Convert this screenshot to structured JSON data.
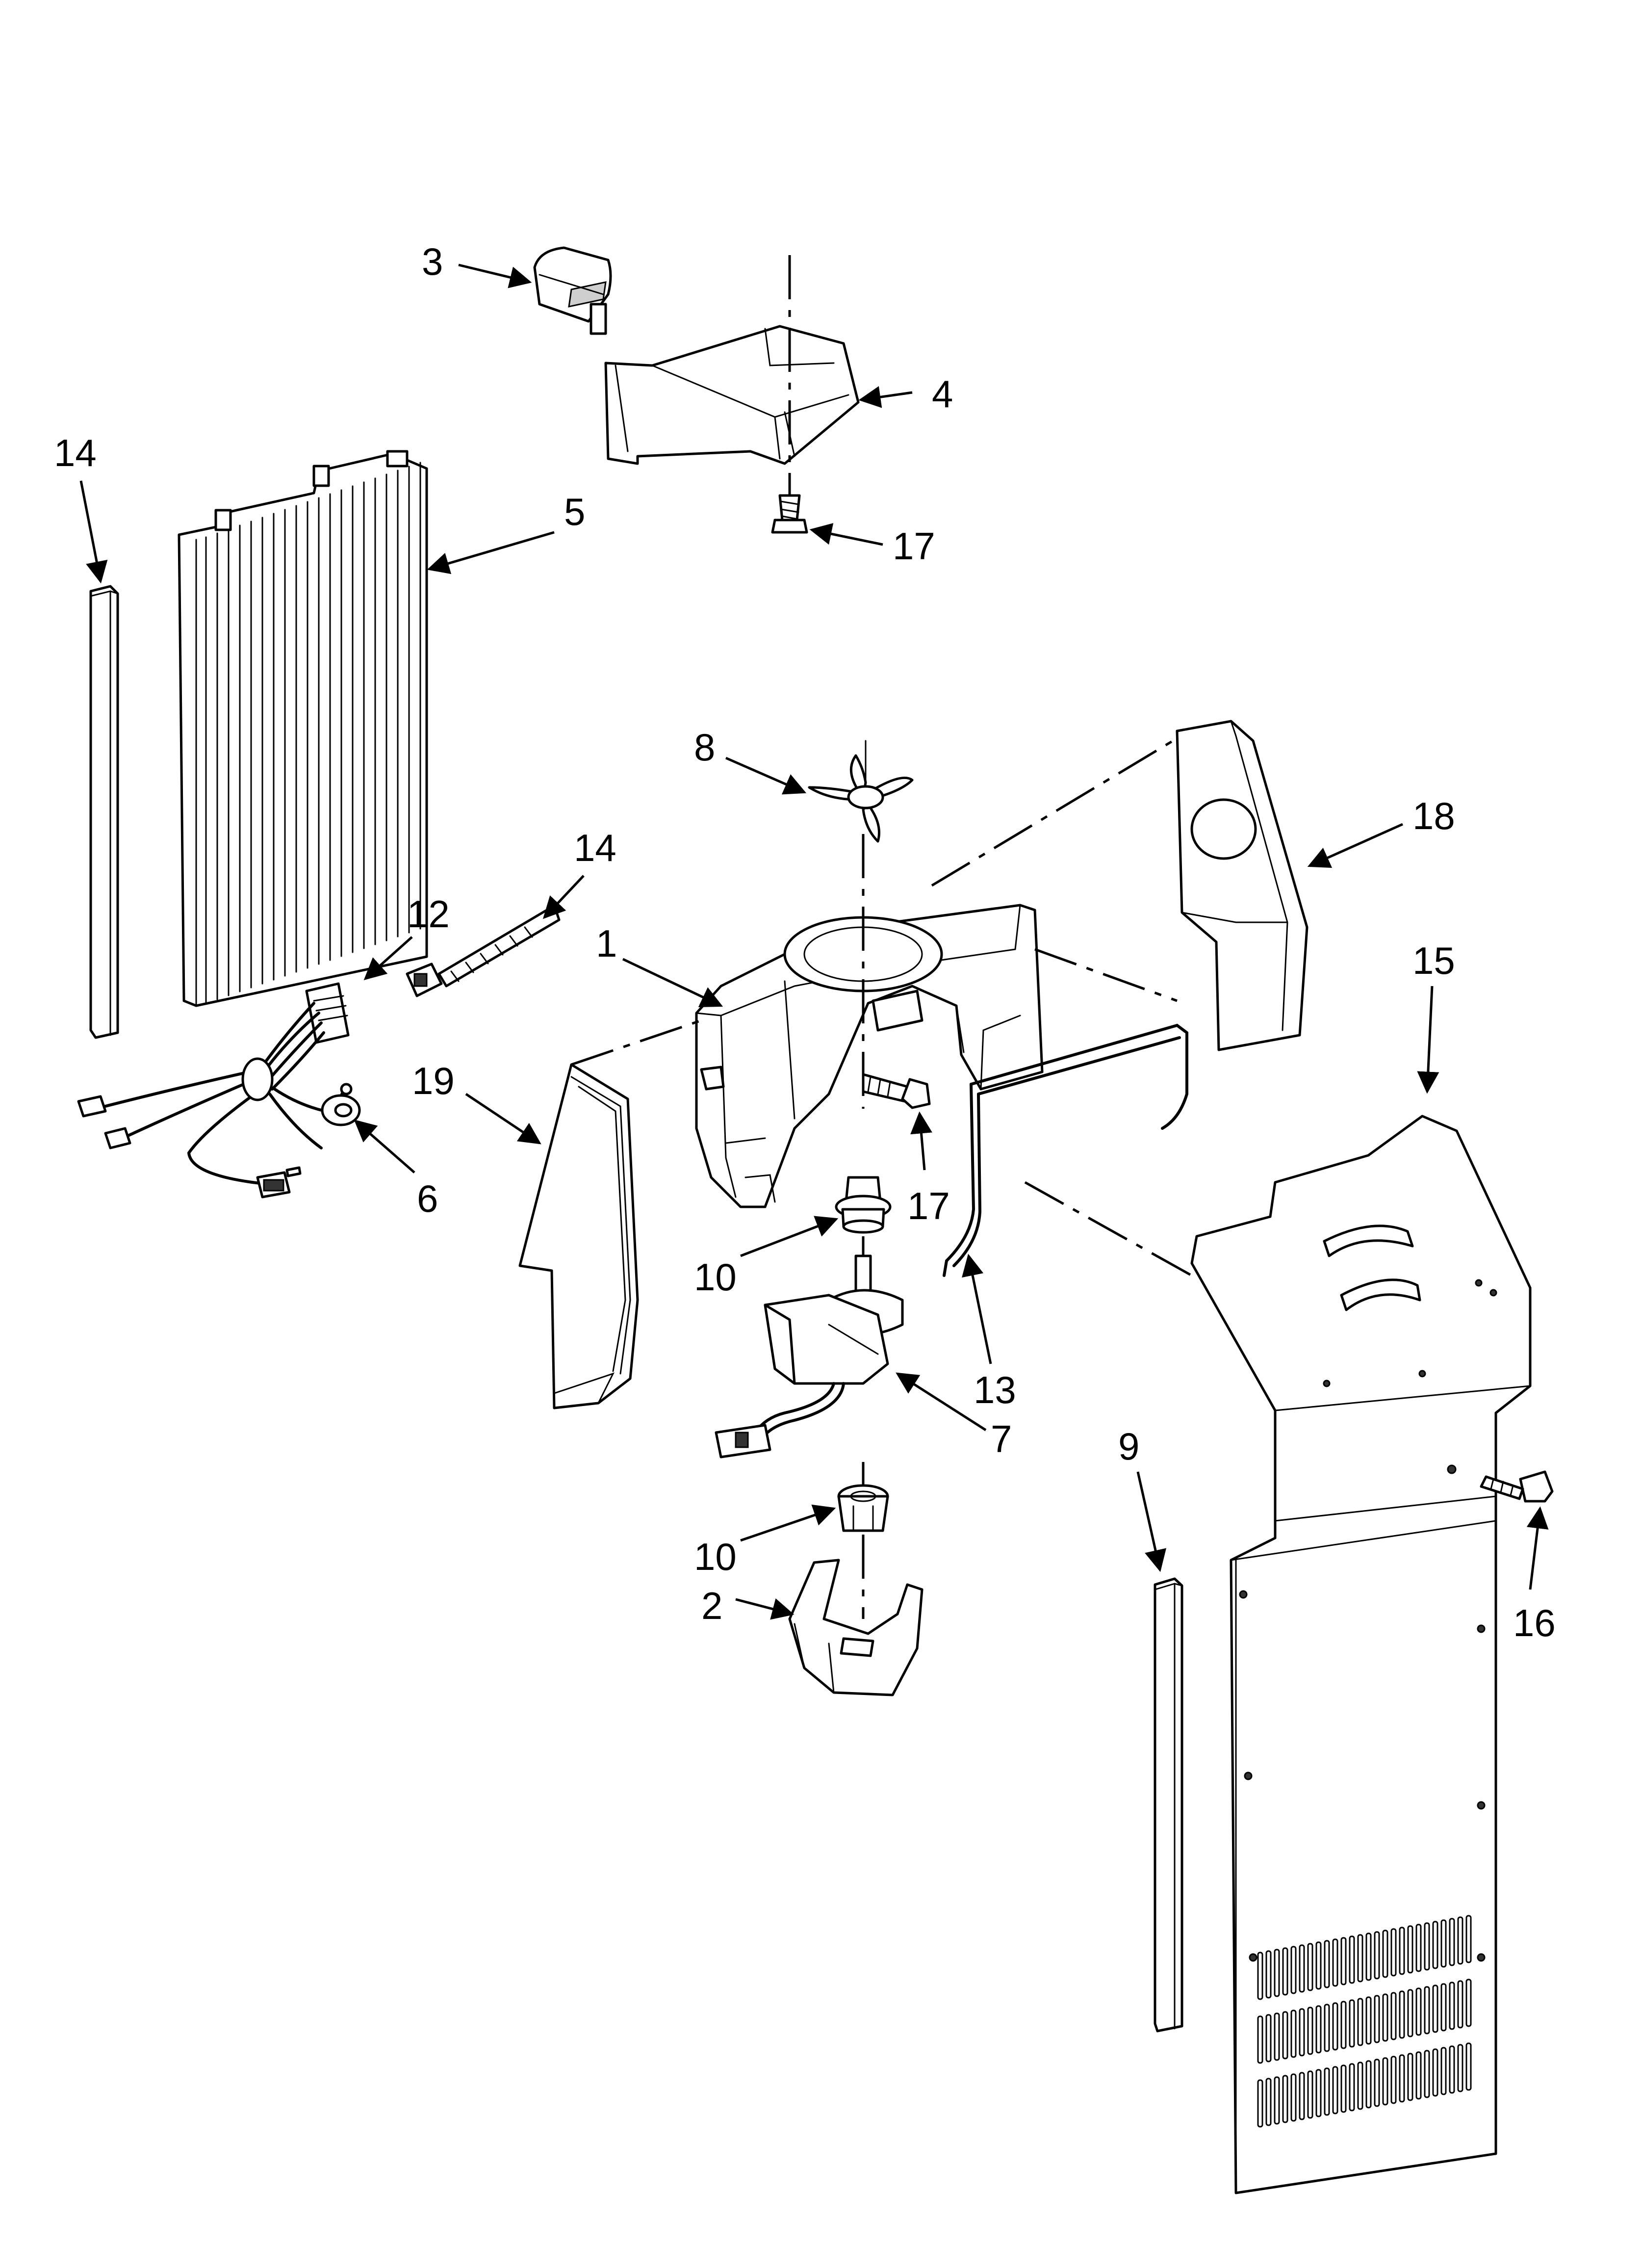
{
  "callouts": {
    "c1": "1",
    "c2": "2",
    "c3": "3",
    "c4": "4",
    "c5": "5",
    "c6": "6",
    "c7": "7",
    "c8": "8",
    "c9": "9",
    "c10a": "10",
    "c10b": "10",
    "c12": "12",
    "c13": "13",
    "c14a": "14",
    "c14b": "14",
    "c15": "15",
    "c16": "16",
    "c17a": "17",
    "c17b": "17",
    "c18": "18",
    "c19": "19"
  }
}
